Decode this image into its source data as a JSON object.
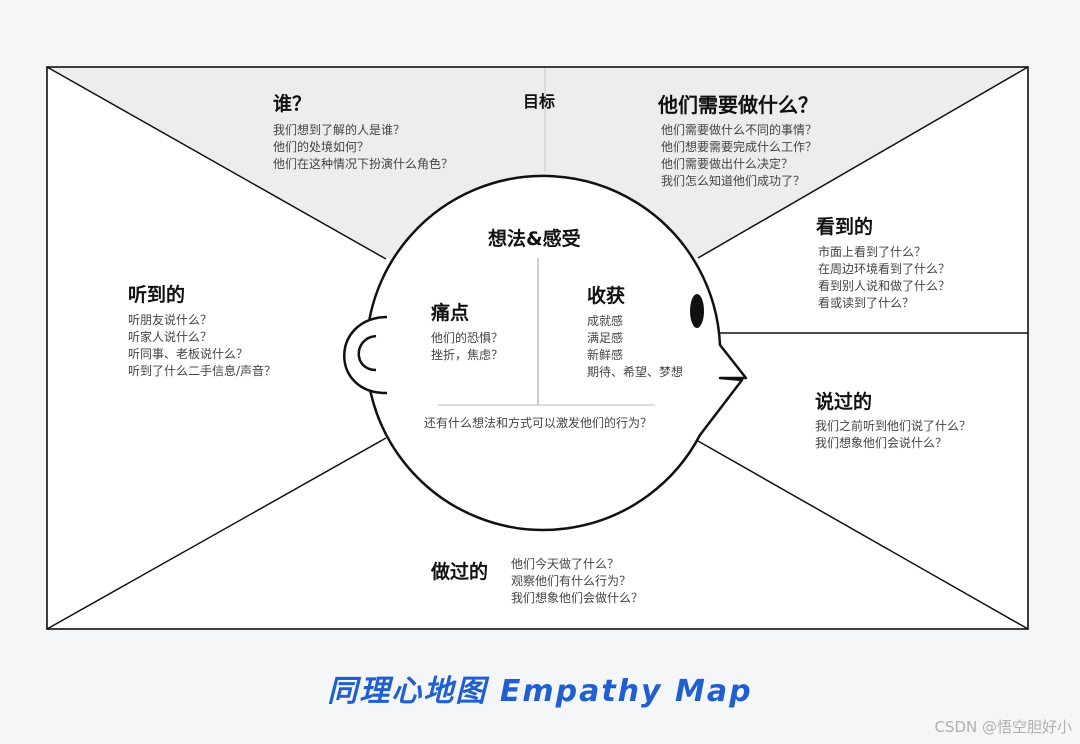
{
  "sections": {
    "who": {
      "title": "谁？",
      "lines": [
        "我们想到了解的人是谁？",
        "他们的处境如何？",
        "他们在这种情况下扮演什么角色？"
      ]
    },
    "goal": {
      "title": "目标"
    },
    "need": {
      "title": "他们需要做什么？",
      "lines": [
        "他们需要做什么不同的事情？",
        "他们想要需要完成什么工作？",
        "他们需要做出什么决定？",
        "我们怎么知道他们成功了？"
      ]
    },
    "see": {
      "title": "看到的",
      "lines": [
        "市面上看到了什么？",
        "在周边环境看到了什么？",
        "看到别人说和做了什么？",
        "看或读到了什么？"
      ]
    },
    "hear": {
      "title": "听到的",
      "lines": [
        "听朋友说什么？",
        "听家人说什么？",
        "听同事、老板说什么？",
        "听到了什么二手信息/声音？"
      ]
    },
    "say": {
      "title": "说过的",
      "lines": [
        "我们之前听到他们说了什么？",
        "我们想象他们会说什么？"
      ]
    },
    "do": {
      "title": "做过的",
      "lines": [
        "他们今天做了什么？",
        "观察他们有什么行为？",
        "我们想象他们会做什么？"
      ]
    },
    "think_feel": {
      "title": "想法&感受",
      "pains": {
        "title": "痛点",
        "lines": [
          "他们的恐惧？",
          "挫折，焦虑？"
        ]
      },
      "gains": {
        "title": "收获",
        "lines": [
          "成就感",
          "满足感",
          "新鲜感",
          "期待、希望、梦想"
        ]
      },
      "question": "还有什么想法和方式可以激发他们的行为？"
    }
  },
  "caption": "同理心地图 Empathy Map",
  "watermark": "CSDN @悟空胆好小",
  "colors": {
    "caption": "#1f5fd1",
    "top_band": "#ededed",
    "background": "#f5f6f8"
  }
}
